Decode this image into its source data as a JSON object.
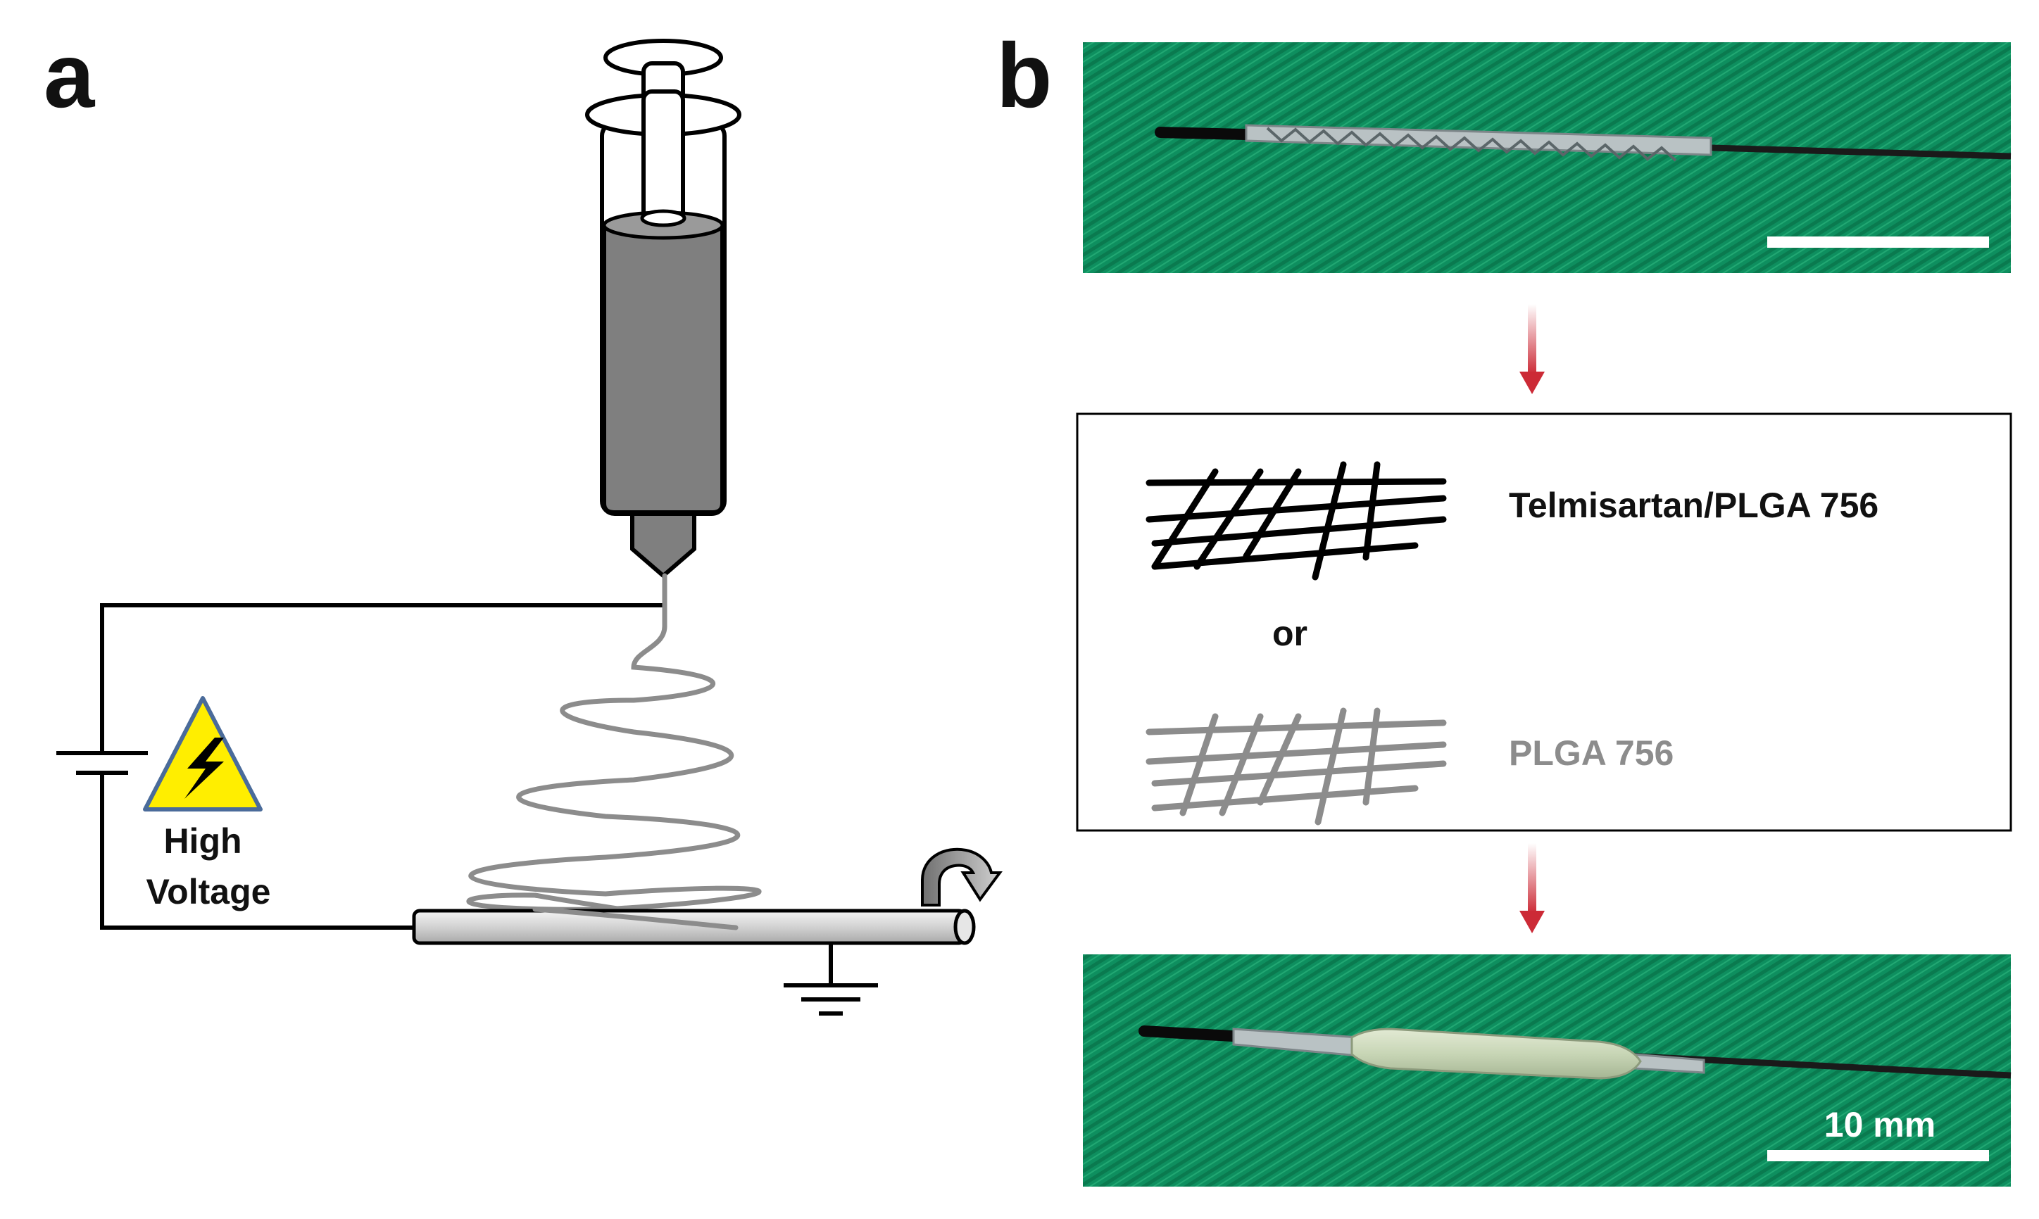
{
  "panel_a": {
    "letter": "a",
    "hv_label_line1": "High",
    "hv_label_line2": "Voltage"
  },
  "panel_b": {
    "letter": "b",
    "material_1": "Telmisartan/PLGA 756",
    "connector": "or",
    "material_2": "PLGA 756",
    "scale_bar_label": "10 mm"
  },
  "colors": {
    "fabric_green": "#0e8f5f",
    "arrow_red": "#cc2a36",
    "fiber_gray": "#8c8c8c",
    "solution_gray": "#7f7f7f",
    "warning_yellow": "#ffee00"
  }
}
